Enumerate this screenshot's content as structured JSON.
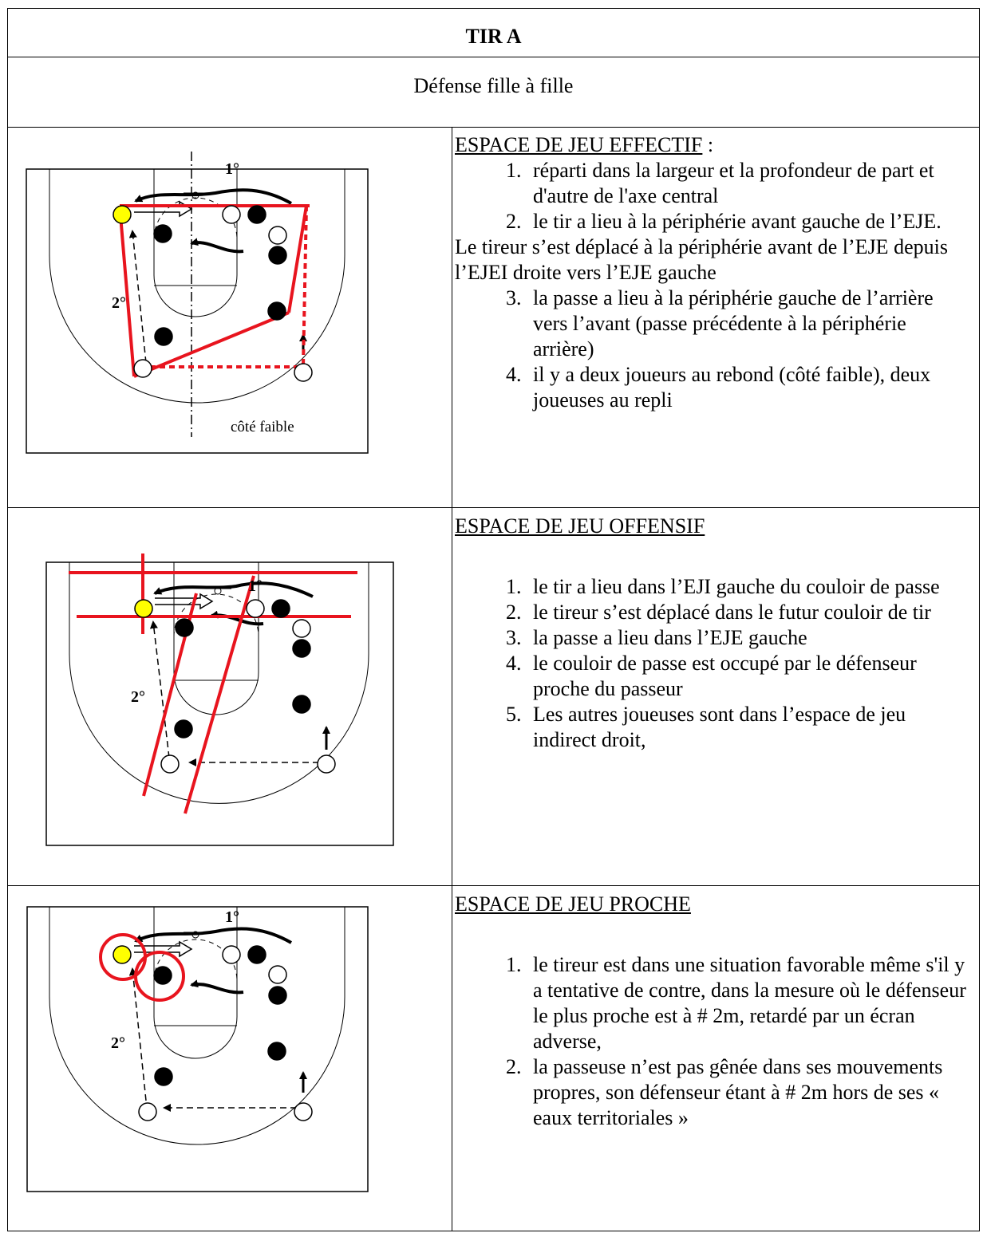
{
  "header": {
    "title": "TIR A",
    "subtitle": "Défense fille à fille"
  },
  "sections": [
    {
      "heading": "ESPACE DE JEU EFFECTIF",
      "heading_suffix": " :",
      "items_a": [
        "réparti dans la largeur et la profondeur de part et d'autre de l'axe central",
        "le tir a lieu  à la périphérie avant gauche de l’EJE."
      ],
      "paragraph": "Le tireur s’est déplacé à la périphérie avant de l’EJE  depuis l’EJEI droite vers l’EJE gauche",
      "items_b": [
        "la passe a lieu à la périphérie gauche de l’arrière vers l’avant (passe précédente à la périphérie arrière)",
        "il y a deux joueurs au rebond (côté faible), deux joueuses au repli"
      ],
      "diagram": {
        "label_1": "1°",
        "label_2": "2°",
        "caption": "côté faible"
      }
    },
    {
      "heading": "ESPACE DE JEU OFFENSIF",
      "items": [
        "le tir a lieu dans l’EJI gauche du couloir de passe",
        "le  tireur s’est déplacé dans le futur couloir de tir",
        "la passe a lieu dans l’EJE gauche",
        "le couloir de passe est occupé par le défenseur proche du passeur",
        "Les autres joueuses sont  dans l’espace de jeu indirect droit,"
      ],
      "diagram": {
        "label_1": "1°",
        "label_2": "2°"
      }
    },
    {
      "heading": "ESPACE  DE  JEU PROCHE",
      "items": [
        "le tireur est dans une situation favorable même s'il y a tentative de contre,  dans la mesure où le défenseur le plus proche est à # 2m, retardé par un écran adverse,",
        "la passeuse n’est pas gênée dans ses mouvements propres, son défenseur étant à # 2m hors de ses « eaux territoriales »"
      ],
      "diagram": {
        "label_1": "1°",
        "label_2": "2°"
      }
    }
  ],
  "colors": {
    "shooter": "#ffff00",
    "lines": "#e8141e",
    "ink": "#000000"
  }
}
